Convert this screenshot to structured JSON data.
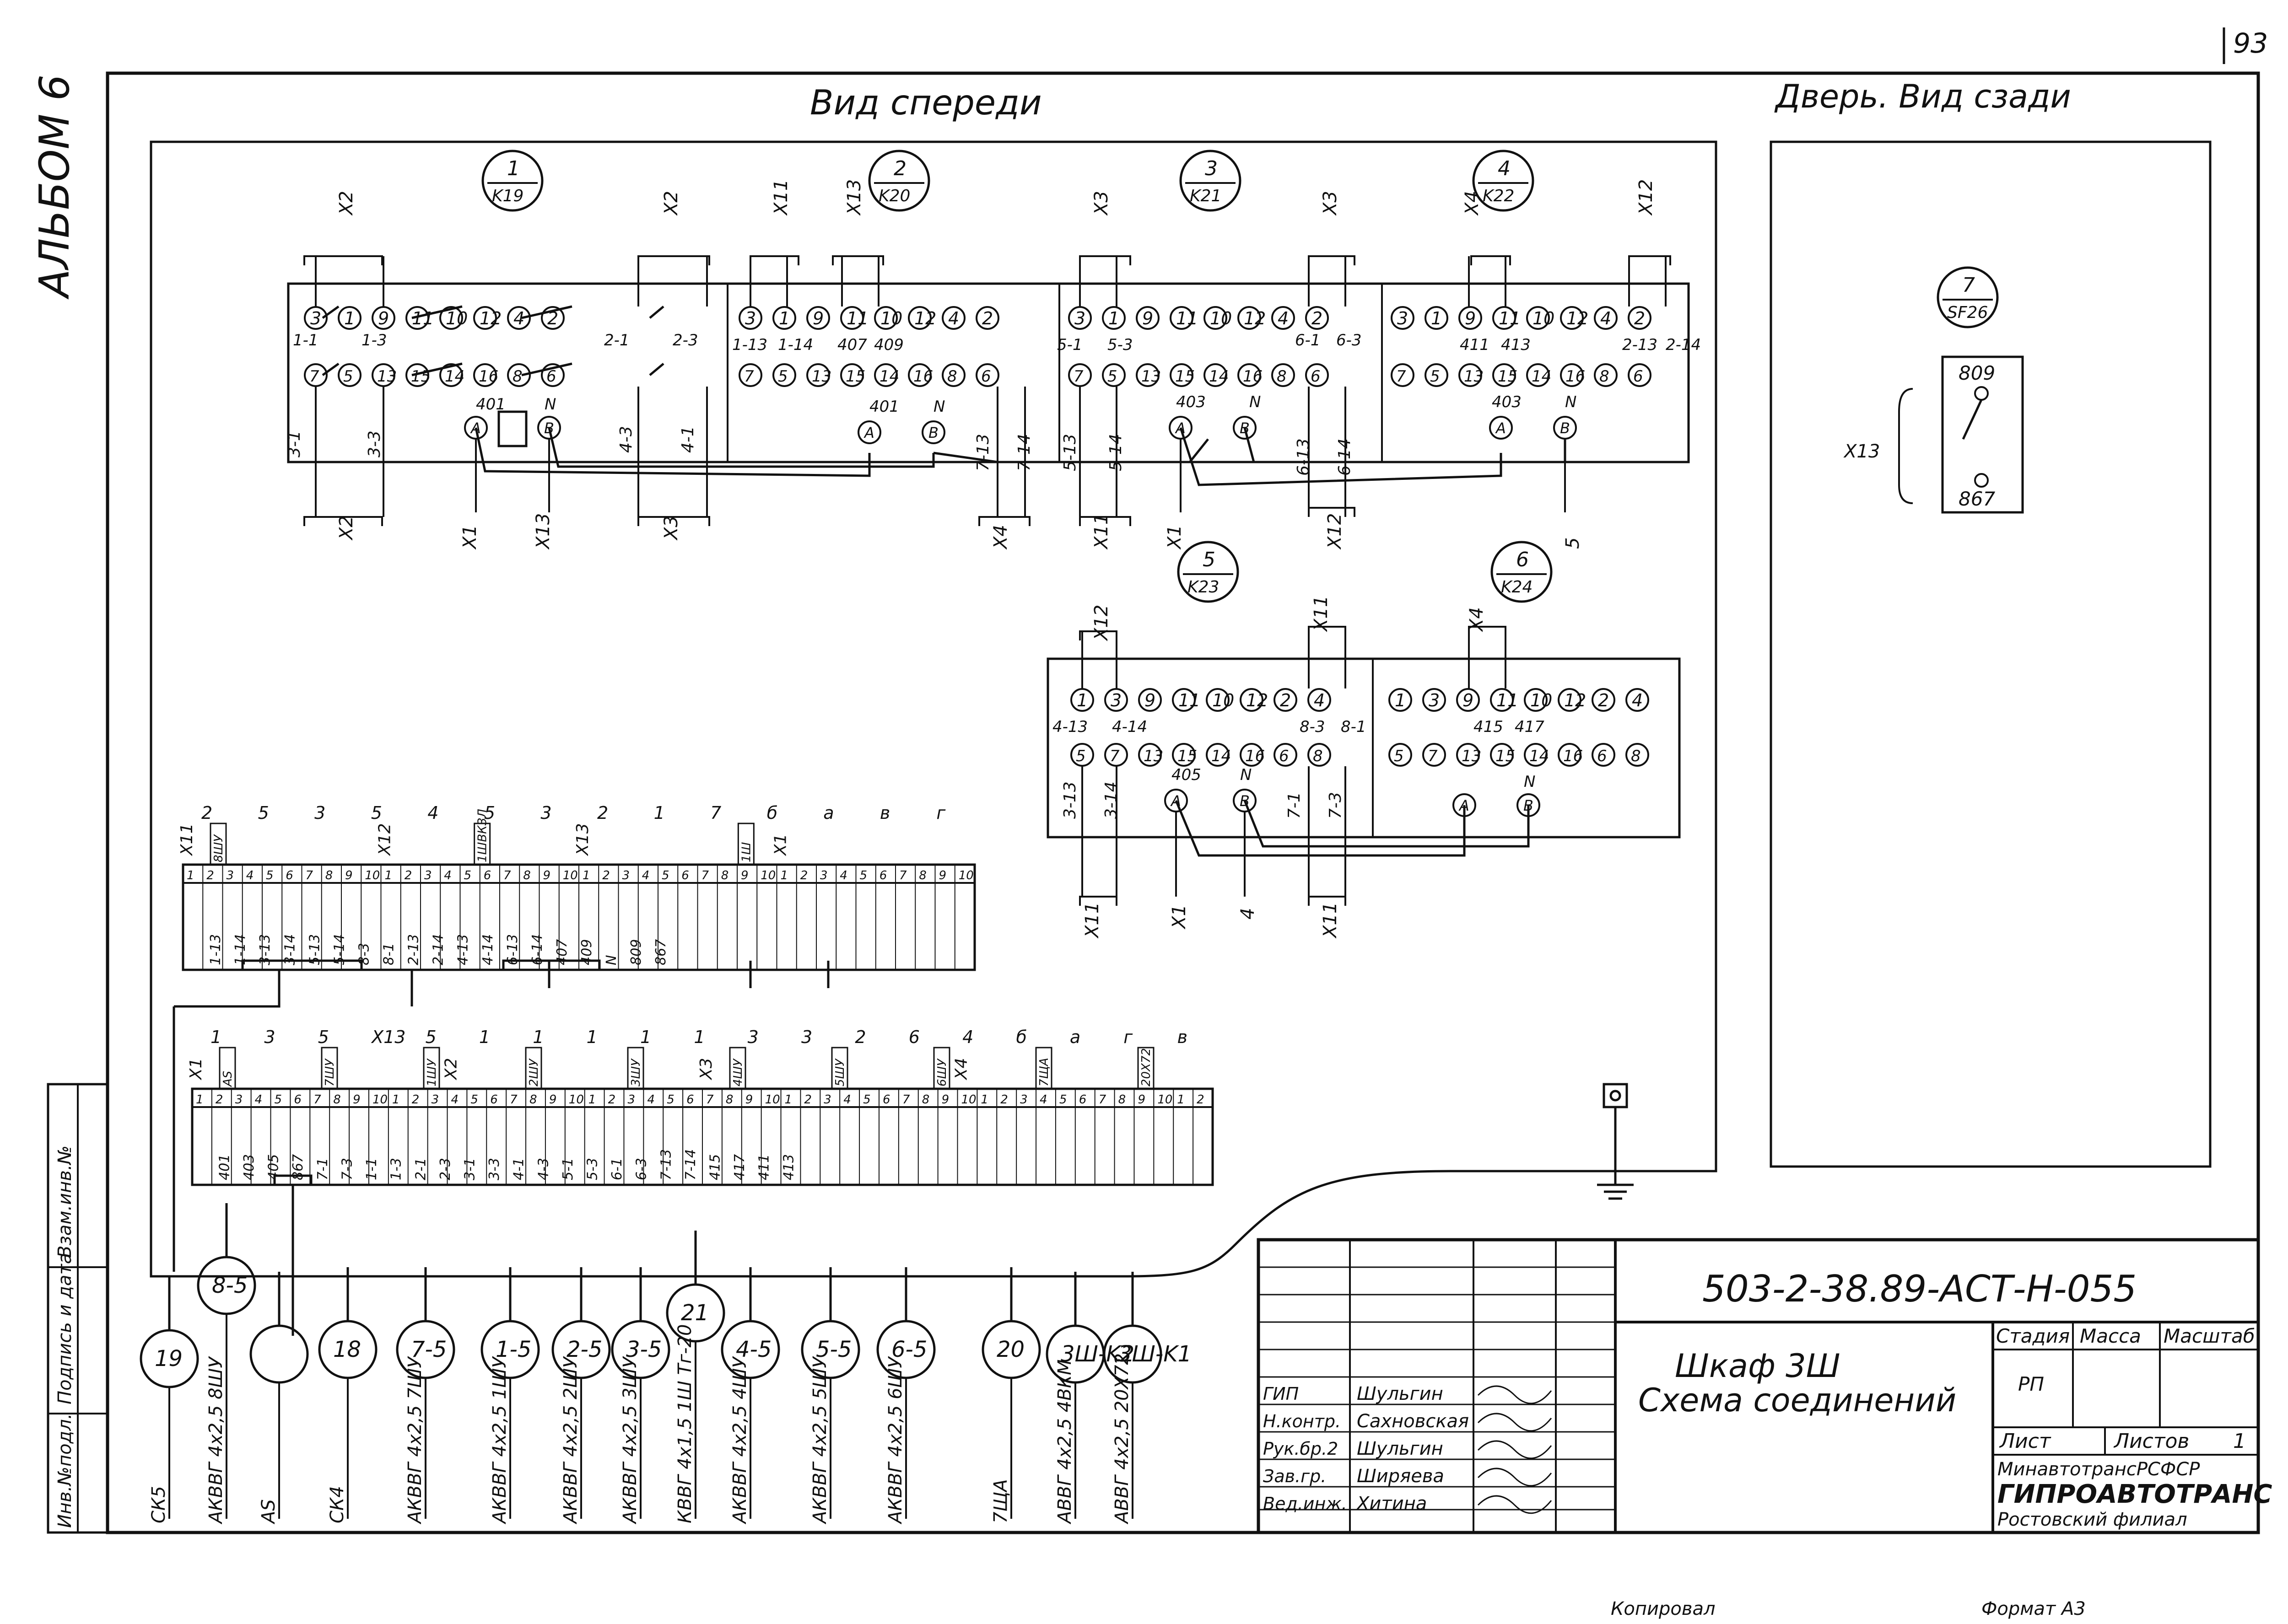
{
  "sheet": {
    "page_number": "93",
    "album": "АЛЬБОМ 6",
    "view_front": "Вид спереди",
    "view_door": "Дверь. Вид сзади"
  },
  "left_strip": {
    "labels": [
      "Инв.№подл.",
      "Подпись и дата",
      "Взам.инв.№"
    ]
  },
  "relays": [
    {
      "num": "1",
      "ref": "K19"
    },
    {
      "num": "2",
      "ref": "K20"
    },
    {
      "num": "3",
      "ref": "K21"
    },
    {
      "num": "4",
      "ref": "K22"
    },
    {
      "num": "5",
      "ref": "K23"
    },
    {
      "num": "6",
      "ref": "K24"
    },
    {
      "num": "7",
      "ref": "SF26"
    }
  ],
  "relay_block_top": {
    "row1_units": [
      [
        "3",
        "1",
        "9",
        "11",
        "10",
        "12",
        "4",
        "2"
      ],
      [
        "3",
        "1",
        "9",
        "11",
        "10",
        "12",
        "4",
        "2"
      ],
      [
        "3",
        "1",
        "9",
        "11",
        "10",
        "12",
        "4",
        "2"
      ],
      [
        "3",
        "1",
        "9",
        "11",
        "10",
        "12",
        "4",
        "2"
      ]
    ],
    "row2_units": [
      [
        "7",
        "5",
        "13",
        "15",
        "14",
        "16",
        "8",
        "6"
      ],
      [
        "7",
        "5",
        "13",
        "15",
        "14",
        "16",
        "8",
        "6"
      ],
      [
        "7",
        "5",
        "13",
        "15",
        "14",
        "16",
        "8",
        "6"
      ],
      [
        "7",
        "5",
        "13",
        "15",
        "14",
        "16",
        "8",
        "6"
      ]
    ],
    "wire_labels": [
      "1-1",
      "1-3",
      "2-1",
      "2-3",
      "1-13",
      "1-14",
      "407",
      "409",
      "5-1",
      "5-3",
      "6-1",
      "6-3",
      "411",
      "413",
      "2-13",
      "2-14",
      "3-1",
      "3-3",
      "4-3",
      "4-1",
      "7-13",
      "7-14",
      "5-13",
      "5-14",
      "6-13",
      "6-14",
      "401",
      "403",
      "N"
    ],
    "bus_labels": [
      "X2",
      "X2",
      "X11",
      "X13",
      "X3",
      "X3",
      "X4",
      "X12",
      "X2",
      "X3",
      "X1",
      "X13",
      "X4",
      "X11",
      "X1",
      "X12",
      "5"
    ]
  },
  "relay_block_bottom": {
    "row1": [
      "1",
      "3",
      "9",
      "11",
      "10",
      "12",
      "2",
      "4"
    ],
    "row2": [
      "5",
      "7",
      "13",
      "15",
      "14",
      "16",
      "6",
      "8"
    ],
    "wire_labels": [
      "4-13",
      "4-14",
      "8-3",
      "8-1",
      "415",
      "417",
      "3-13",
      "3-14",
      "405",
      "N",
      "7-1",
      "7-3"
    ],
    "bus_labels": [
      "X12",
      "X11",
      "X4",
      "X11",
      "X1",
      "4",
      "X11"
    ]
  },
  "switch_sf26": {
    "top": "809",
    "bottom": "867",
    "bus": "X13"
  },
  "terminal_strip_upper": {
    "groups": [
      "X11",
      "X12",
      "X13",
      "X1"
    ],
    "tags": [
      "8ШУ",
      "1ШВКЗЛ",
      "1Ш"
    ],
    "wires": [
      "1-13",
      "1-14",
      "3-13",
      "3-14",
      "5-13",
      "5-14",
      "8-3",
      "8-1",
      "2-13",
      "2-14",
      "4-13",
      "4-14",
      "6-13",
      "6-14",
      "407",
      "409",
      "N",
      "809",
      "867"
    ],
    "cable_marks": [
      "2",
      "5",
      "3",
      "5",
      "4",
      "5",
      "3",
      "2",
      "1",
      "7",
      "б",
      "а",
      "в",
      "г"
    ]
  },
  "terminal_strip_lower": {
    "groups": [
      "X1",
      "X2",
      "X3",
      "X4"
    ],
    "tags": [
      "AS",
      "7ШУ",
      "1ШУ",
      "2ШУ",
      "3ШУ",
      "4ШУ",
      "5ШУ",
      "6ШУ",
      "7ЩА",
      "20Х72"
    ],
    "wires": [
      "401",
      "403",
      "405",
      "867",
      "7-1",
      "7-3",
      "1-1",
      "1-3",
      "2-1",
      "2-3",
      "3-1",
      "3-3",
      "4-1",
      "4-3",
      "5-1",
      "5-3",
      "6-1",
      "6-3",
      "7-13",
      "7-14",
      "415",
      "417",
      "411",
      "413"
    ],
    "cable_marks": [
      "1",
      "3",
      "5",
      "X13",
      "5",
      "1",
      "1",
      "1",
      "1",
      "1",
      "3",
      "3",
      "2",
      "6",
      "4",
      "б",
      "а",
      "г",
      "в"
    ]
  },
  "cables": [
    {
      "id": "19",
      "label": "СК5"
    },
    {
      "id": "8-5",
      "label": "АКВВГ 4х2,5 8ШУ"
    },
    {
      "id": "",
      "label": "AS"
    },
    {
      "id": "18",
      "label": "СК4"
    },
    {
      "id": "7-5",
      "label": "АКВВГ 4х2,5 7ШУ"
    },
    {
      "id": "1-5",
      "label": "АКВВГ 4х2,5 1ШУ"
    },
    {
      "id": "2-5",
      "label": "АКВВГ 4х2,5 2ШУ"
    },
    {
      "id": "3-5",
      "label": "АКВВГ 4х2,5 3ШУ"
    },
    {
      "id": "21",
      "label": "КВВГ 4х1,5 1Ш Тг-20"
    },
    {
      "id": "4-5",
      "label": "АКВВГ 4х2,5 4ШУ"
    },
    {
      "id": "5-5",
      "label": "АКВВГ 4х2,5 5ШУ"
    },
    {
      "id": "6-5",
      "label": "АКВВГ 4х2,5 6ШУ"
    },
    {
      "id": "20",
      "label": "7ЩА"
    },
    {
      "id": "3Ш-K2",
      "label": "АВВГ 4х2,5 4ВКМ"
    },
    {
      "id": "3Ш-K1",
      "label": "АВВГ 4х2,5 20Х72"
    }
  ],
  "title_block": {
    "doc_code": "503-2-38.89-АСТ-Н-055",
    "title_line1": "Шкаф 3Ш",
    "title_line2": "Схема соединений",
    "stage_hdr": "Стадия",
    "mass_hdr": "Масса",
    "scale_hdr": "Масштаб",
    "stage": "РП",
    "sheet_hdr": "Лист",
    "sheets_hdr": "Листов",
    "sheets": "1",
    "org1": "МинавтотрансРСФСР",
    "org2": "ГИПРОАВТОТРАНС",
    "org3": "Ростовский филиал",
    "roles": [
      {
        "role": "ГИП",
        "name": "Шульгин"
      },
      {
        "role": "Н.контр.",
        "name": "Сахновская"
      },
      {
        "role": "Рук.бр.2",
        "name": "Шульгин"
      },
      {
        "role": "Зав.гр.",
        "name": "Ширяева"
      },
      {
        "role": "Вед.инж.",
        "name": "Хитина"
      }
    ]
  },
  "footer": {
    "copied": "Копировал",
    "format": "Формат А3"
  }
}
